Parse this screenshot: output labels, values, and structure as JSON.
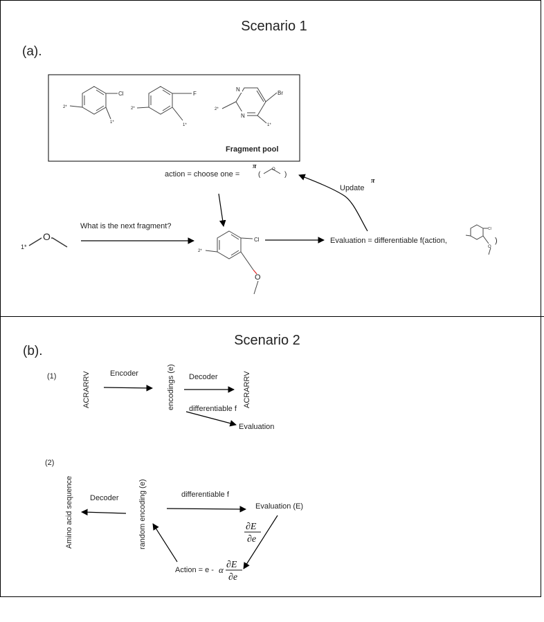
{
  "scenario1": {
    "title": "Scenario 1",
    "label": "(a).",
    "pool_title": "Fragment pool",
    "action_text": "action = choose one =",
    "pi_symbol": "π",
    "update_text": "Update",
    "update_pi": "π",
    "question_text": "What is the next fragment?",
    "evaluation_text": "Evaluation = differentiable f(action,",
    "close_paren": ")",
    "open_paren": "(",
    "atoms": {
      "cl": "Cl",
      "f": "F",
      "br": "Br",
      "n": "N",
      "o": "O",
      "one_star": "1*",
      "two_star": "2*"
    }
  },
  "scenario2": {
    "title": "Scenario 2",
    "label": "(b).",
    "part1": {
      "num": "(1)",
      "sequence": "ACRARRV",
      "encoder": "Encoder",
      "encodings": "encodings (e)",
      "decoder": "Decoder",
      "output_sequence": "ACRARRV",
      "diff_f": "differentiable f",
      "evaluation": "Evaluation"
    },
    "part2": {
      "num": "(2)",
      "amino": "Amino acid sequence",
      "decoder": "Decoder",
      "random_enc": "random encoding (e)",
      "diff_f": "differentiable f",
      "evaluation": "Evaluation (E)",
      "grad_num": "∂E",
      "grad_den": "∂e",
      "action_prefix": "Action = e - ",
      "alpha": "α"
    }
  },
  "colors": {
    "chlorine": "#3cc43c",
    "fluorine": "#4fb0d8",
    "bromine": "#a0522d",
    "nitrogen": "#2f3bd6",
    "oxygen": "#e02020",
    "bond": "#333333"
  }
}
